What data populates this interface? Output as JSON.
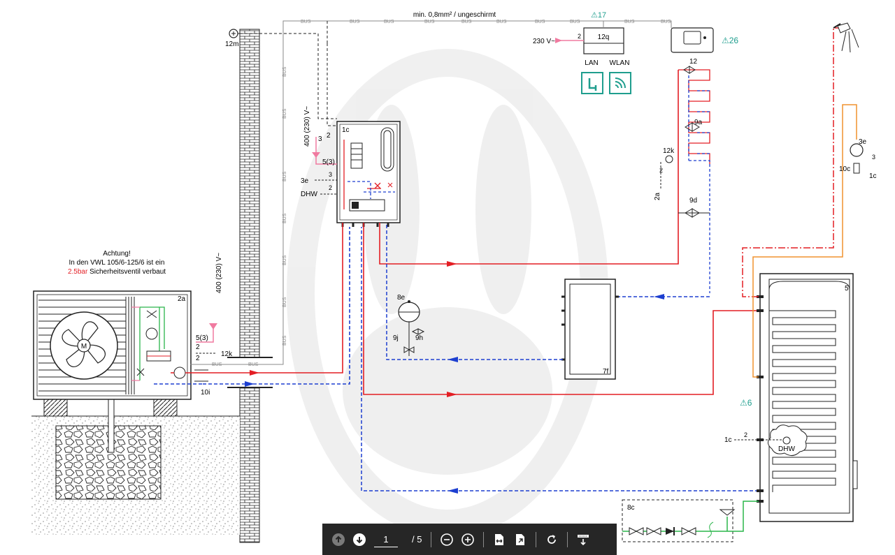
{
  "diagram": {
    "bus_label": "BUS",
    "bus_spec": "min. 0,8mm² / ungeschirmt",
    "warning_17": "⚠17",
    "warning_26": "⚠26",
    "warning_6": "⚠6",
    "controller_12q": "12q",
    "controller_12": "12",
    "mains_230": "230 V~",
    "wire_2": "2",
    "wire_3": "3",
    "lan": "LAN",
    "wlan": "WLAN",
    "sensor_12m": "12m",
    "sensor_12k": "12k",
    "indoor_1c": "1c",
    "supply_400": "400 (230) V~",
    "supply_5_3": "5(3)",
    "label_3e": "3e",
    "label_dhw": "DHW",
    "label_9a": "9a",
    "label_9d": "9d",
    "label_2a": "2a",
    "label_8e": "8e",
    "label_9h": "9h",
    "label_9j": "9j",
    "label_7f": "7f",
    "label_5": "5",
    "label_10c": "10c",
    "label_10i": "10i",
    "label_1c": "1c",
    "label_8c": "8c",
    "outdoor_2a": "2a",
    "fan_m": "M",
    "note_title": "Achtung!",
    "note_line1": "In den VWL 105/6-125/6 ist ein",
    "note_pressure": "2.5bar",
    "note_line2": " Sicherheitsventil verbaut"
  },
  "toolbar": {
    "page_current": "1",
    "page_total": "/ 5"
  },
  "colors": {
    "flow": "#e31e24",
    "return": "#1d3fd0",
    "dhw_warm": "#f0922e",
    "solar": "#2ab54a",
    "pink": "#f07aa0",
    "teal": "#1f9e8e",
    "toolbar": "#262626"
  }
}
